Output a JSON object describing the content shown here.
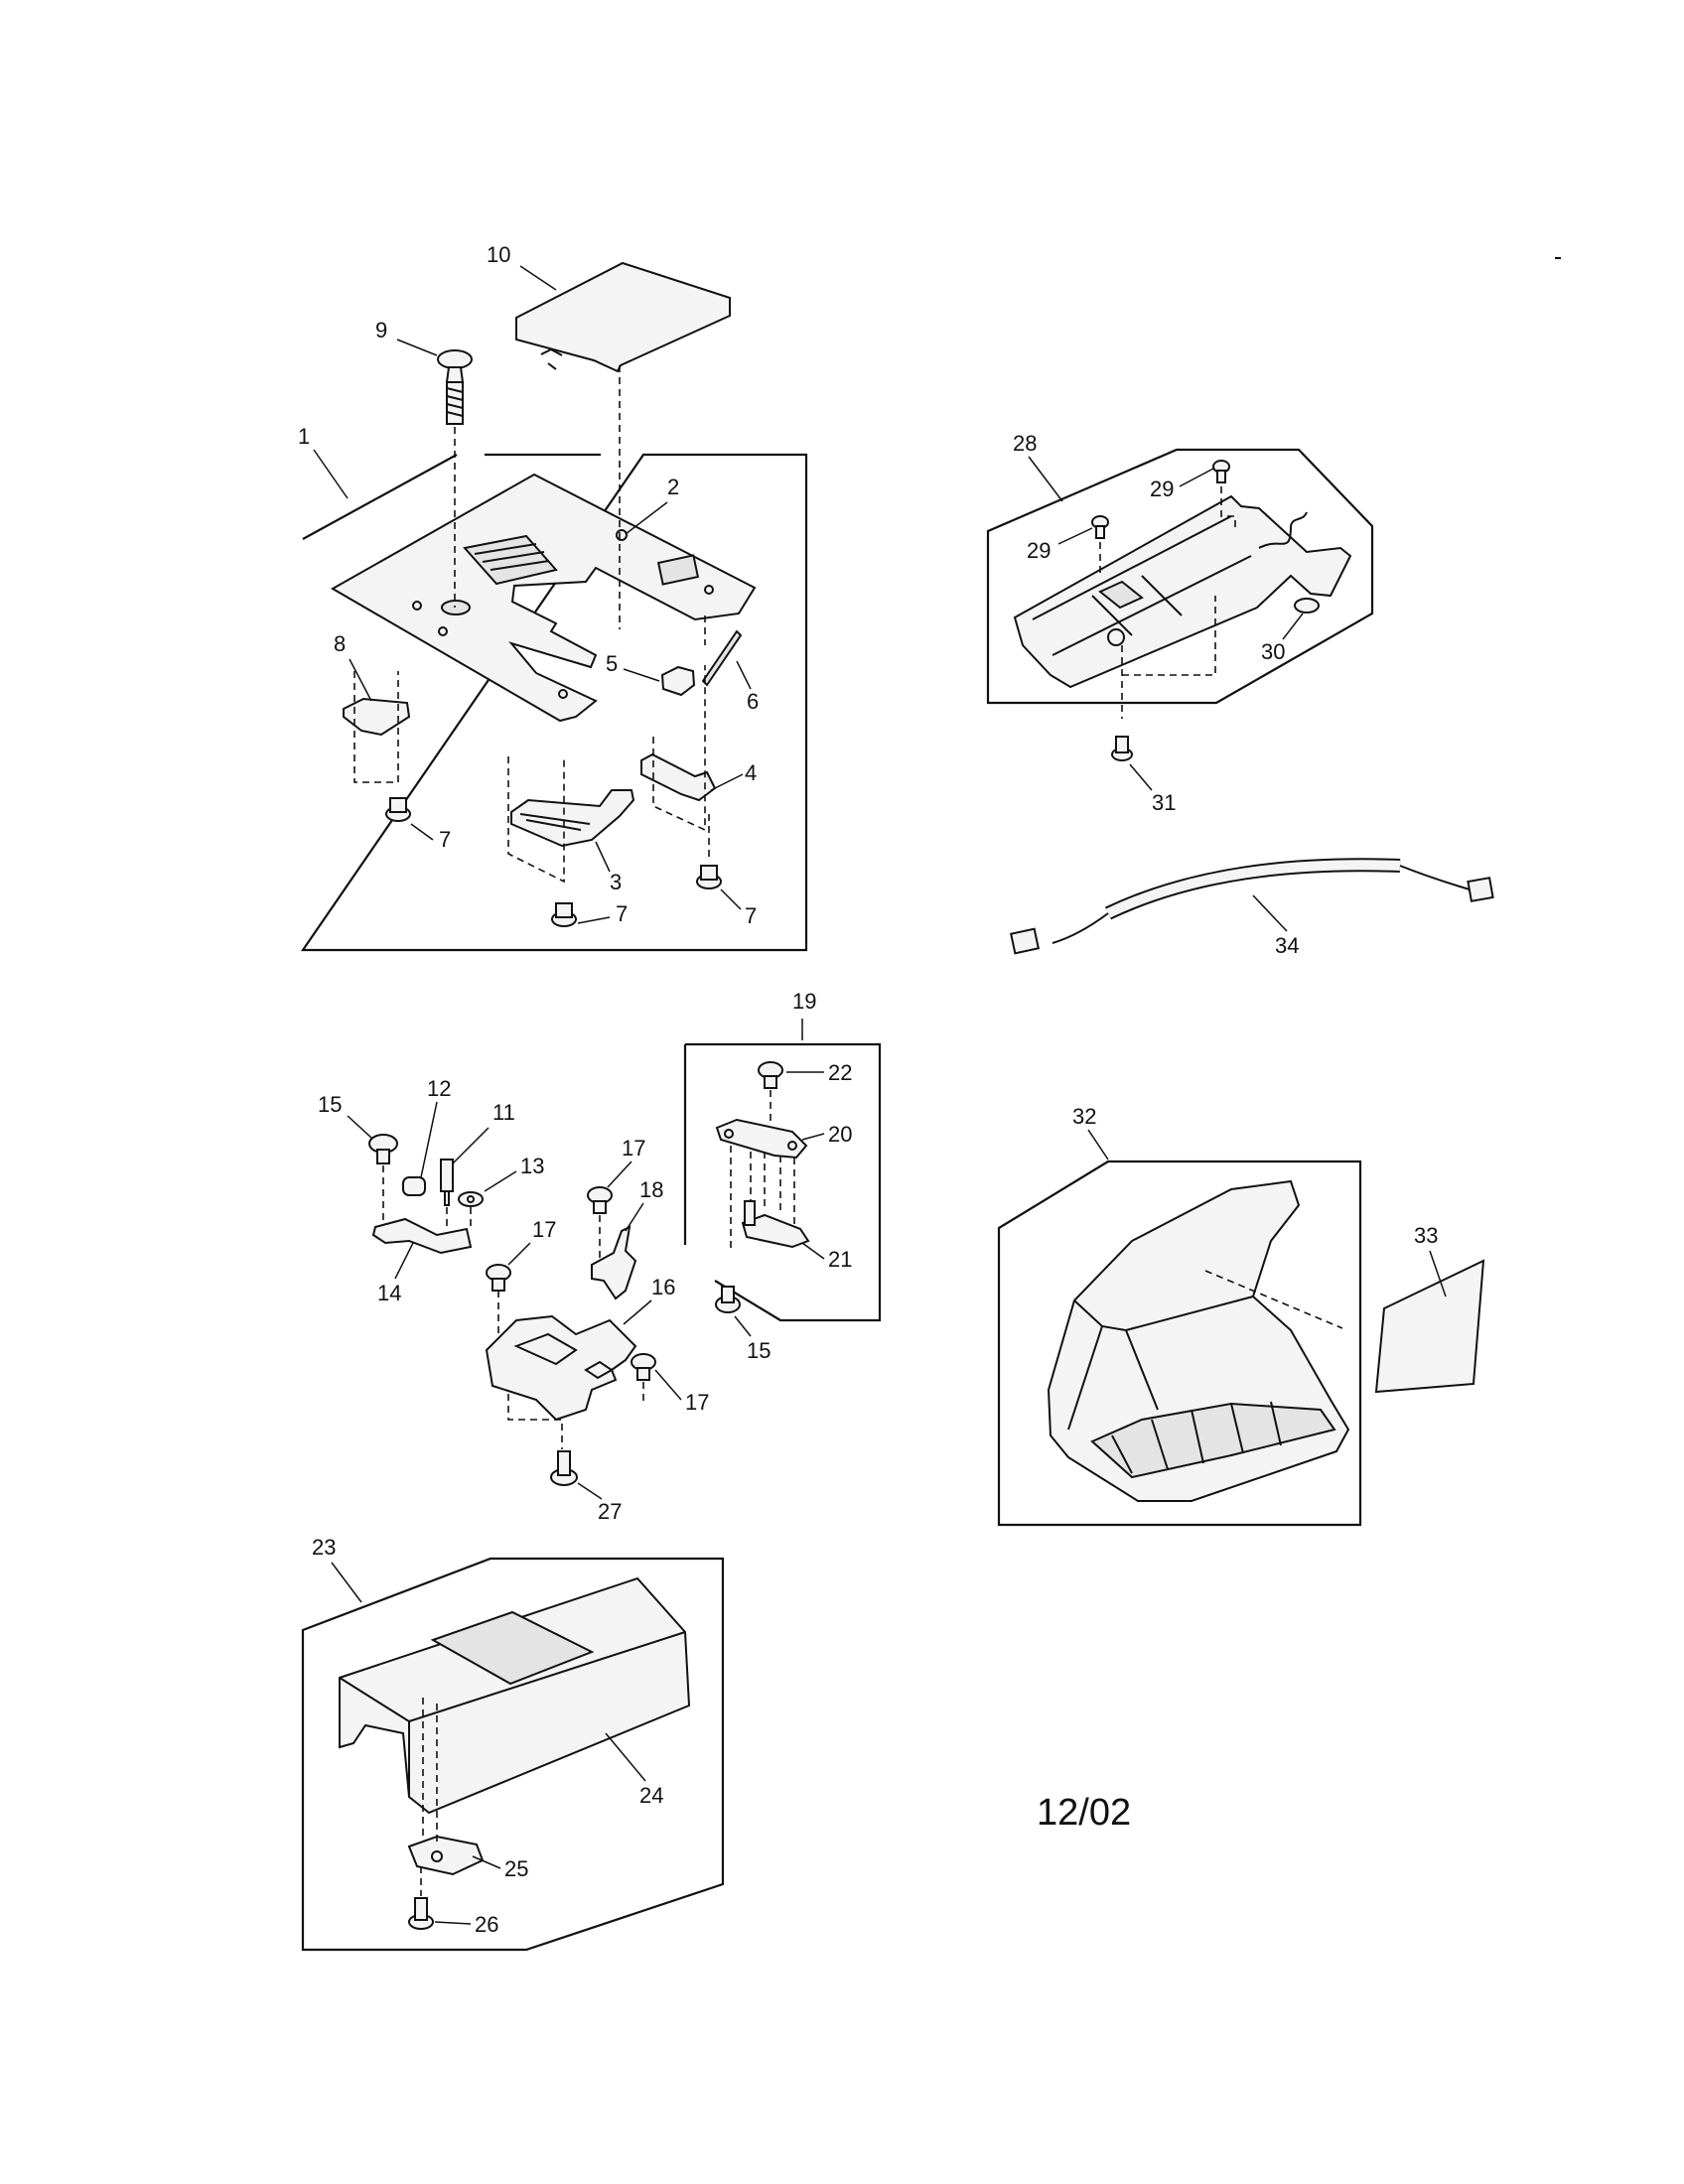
{
  "callouts": {
    "c1": "1",
    "c2": "2",
    "c3": "3",
    "c4": "4",
    "c5": "5",
    "c6": "6",
    "c7a": "7",
    "c7b": "7",
    "c7c": "7",
    "c8": "8",
    "c9": "9",
    "c10": "10",
    "c11": "11",
    "c12": "12",
    "c13": "13",
    "c14": "14",
    "c15a": "15",
    "c15b": "15",
    "c16": "16",
    "c17a": "17",
    "c17b": "17",
    "c17c": "17",
    "c18": "18",
    "c19": "19",
    "c20": "20",
    "c21": "21",
    "c22": "22",
    "c23": "23",
    "c24": "24",
    "c25": "25",
    "c26": "26",
    "c27": "27",
    "c28": "28",
    "c29a": "29",
    "c29b": "29",
    "c30": "30",
    "c31": "31",
    "c32": "32",
    "c33": "33",
    "c34": "34"
  },
  "revision_date": "12/02"
}
